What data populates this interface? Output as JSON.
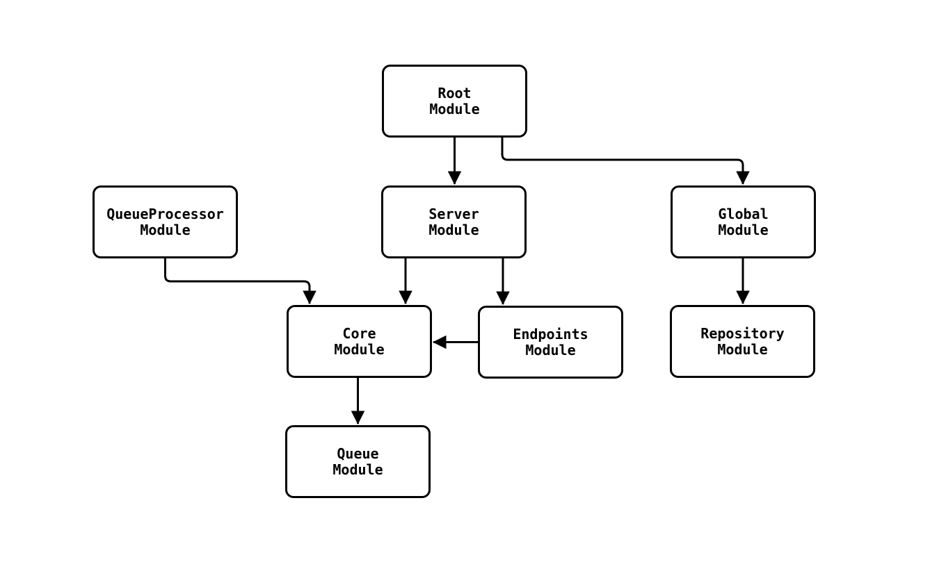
{
  "diagram": {
    "type": "module-dependency-graph",
    "background_color": "#ffffff",
    "stroke_color": "#000000",
    "node_fill_color": "#ffffff",
    "text_color": "#000000",
    "nodes": [
      {
        "id": "root",
        "label": "Root\nModule"
      },
      {
        "id": "queueprocessor",
        "label": "QueueProcessor\nModule"
      },
      {
        "id": "server",
        "label": "Server\nModule"
      },
      {
        "id": "global",
        "label": "Global\nModule"
      },
      {
        "id": "core",
        "label": "Core\nModule"
      },
      {
        "id": "endpoints",
        "label": "Endpoints\nModule"
      },
      {
        "id": "repository",
        "label": "Repository\nModule"
      },
      {
        "id": "queue",
        "label": "Queue\nModule"
      }
    ],
    "edges": [
      {
        "from": "root",
        "to": "server"
      },
      {
        "from": "root",
        "to": "global"
      },
      {
        "from": "queueprocessor",
        "to": "core"
      },
      {
        "from": "server",
        "to": "core"
      },
      {
        "from": "server",
        "to": "endpoints"
      },
      {
        "from": "endpoints",
        "to": "core"
      },
      {
        "from": "global",
        "to": "repository"
      },
      {
        "from": "core",
        "to": "queue"
      }
    ]
  }
}
